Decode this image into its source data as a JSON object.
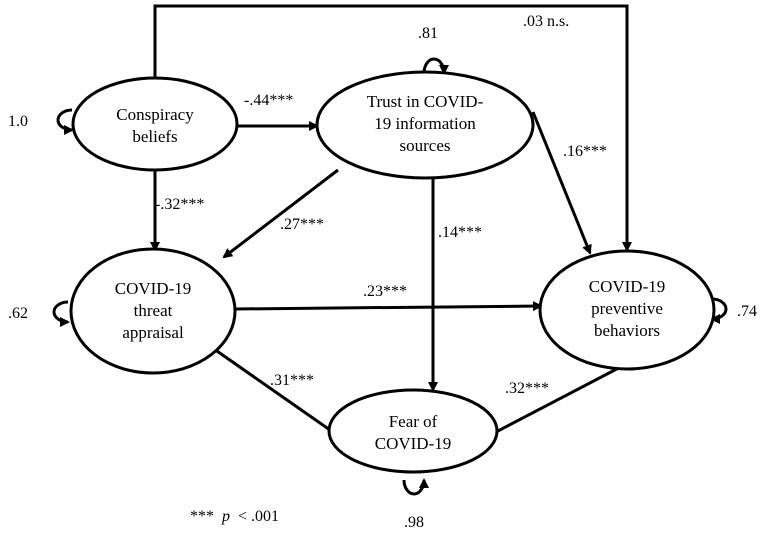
{
  "nodes": {
    "conspiracy": {
      "lines": [
        "Conspiracy",
        "beliefs"
      ],
      "variance": "1.0"
    },
    "trust": {
      "lines": [
        "Trust in COVID-",
        "19 information",
        "sources"
      ],
      "variance": ".81"
    },
    "threat": {
      "lines": [
        "COVID-19",
        "threat",
        "appraisal"
      ],
      "variance": ".62"
    },
    "fear": {
      "lines": [
        "Fear of",
        "COVID-19"
      ],
      "variance": ".98"
    },
    "preventive": {
      "lines": [
        "COVID-19",
        "preventive",
        "behaviors"
      ],
      "variance": ".74"
    }
  },
  "paths": {
    "conspiracy_trust": "-.44***",
    "conspiracy_threat": "-.32***",
    "conspiracy_preventive": ".03 n.s.",
    "trust_threat": ".27***",
    "trust_fear": ".14***",
    "trust_preventive": ".16***",
    "threat_preventive": ".23***",
    "fear_threat": ".31***",
    "fear_preventive": ".32***"
  },
  "note": {
    "stars": "***",
    "p": "p",
    "rest": " < .001"
  }
}
